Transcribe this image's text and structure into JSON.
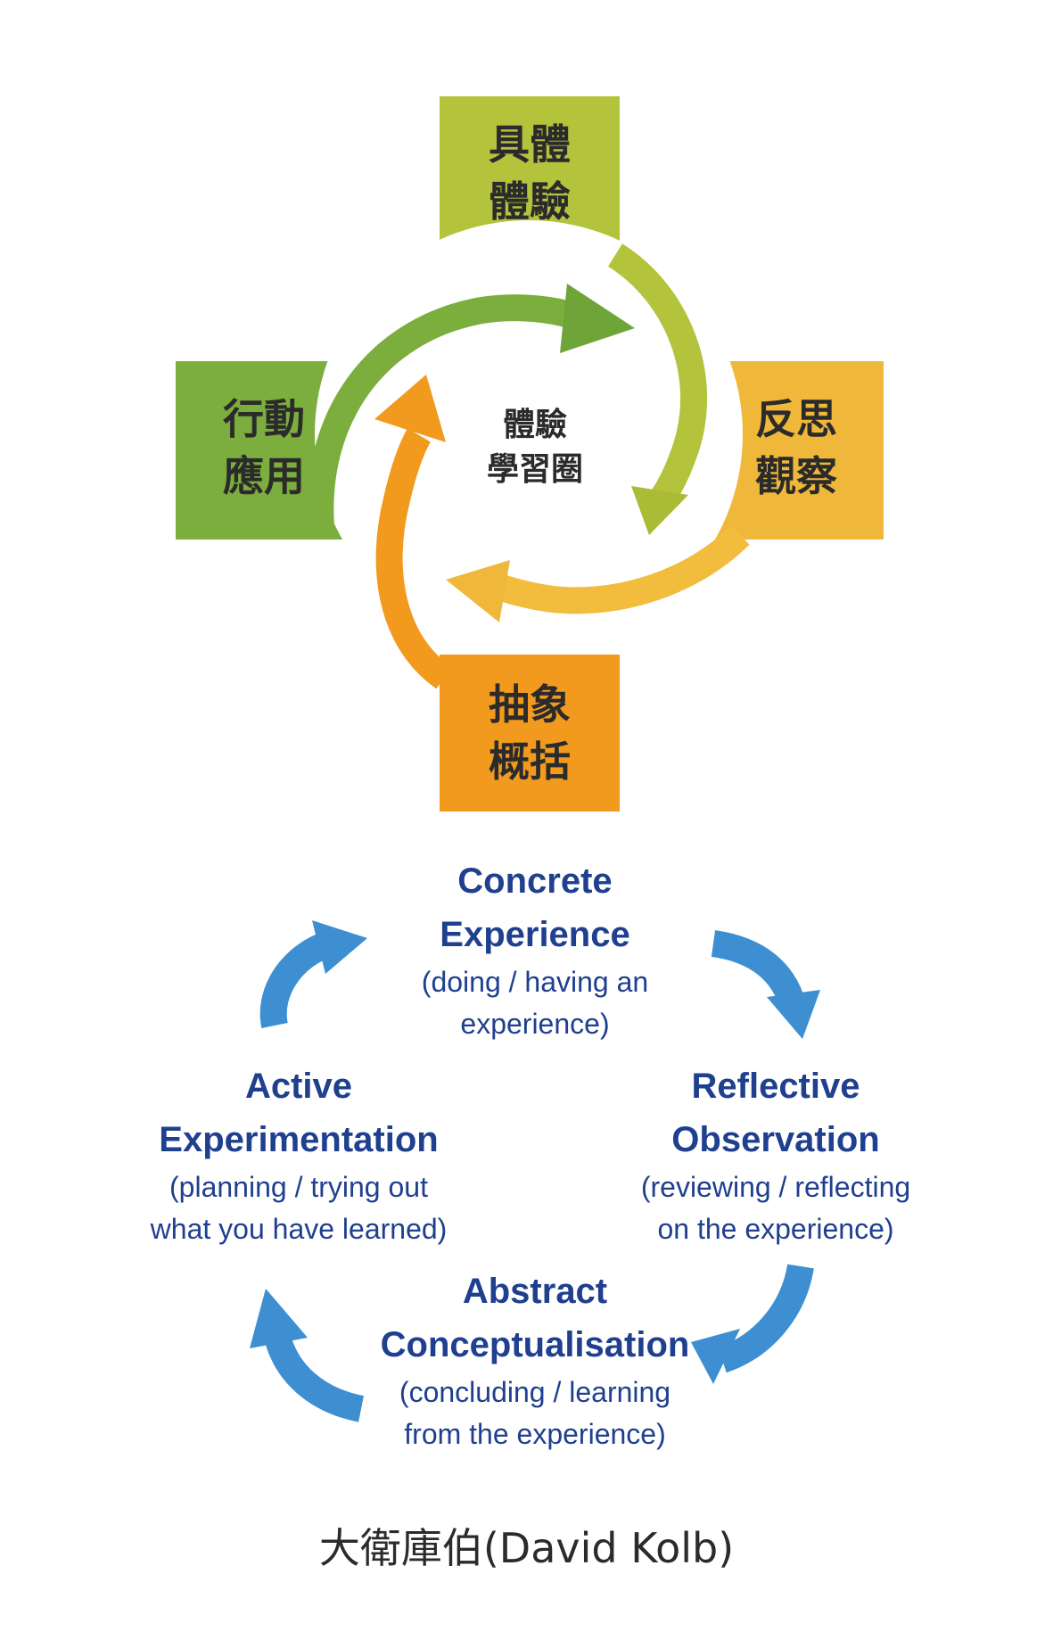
{
  "cycle_zh": {
    "center": "體驗\n學習圈",
    "stages": [
      {
        "label": "具體\n體驗",
        "color": "#b3c33c"
      },
      {
        "label": "反思\n觀察",
        "color": "#f0b83a"
      },
      {
        "label": "抽象\n概括",
        "color": "#f29a1e"
      },
      {
        "label": "行動\n應用",
        "color": "#7cae3e"
      }
    ]
  },
  "cycle_en": {
    "arrow_color": "#3d8fd1",
    "text_color": "#1f3f8f",
    "stages": [
      {
        "title": "Concrete\nExperience",
        "subtitle": "(doing / having an\nexperience)"
      },
      {
        "title": "Reflective\nObservation",
        "subtitle": "(reviewing / reflecting\non the experience)"
      },
      {
        "title": "Abstract\nConceptualisation",
        "subtitle": "(concluding / learning\nfrom the experience)"
      },
      {
        "title": "Active\nExperimentation",
        "subtitle": "(planning / trying out\nwhat you have learned)"
      }
    ]
  },
  "caption": "大衛庫伯(David Kolb)"
}
